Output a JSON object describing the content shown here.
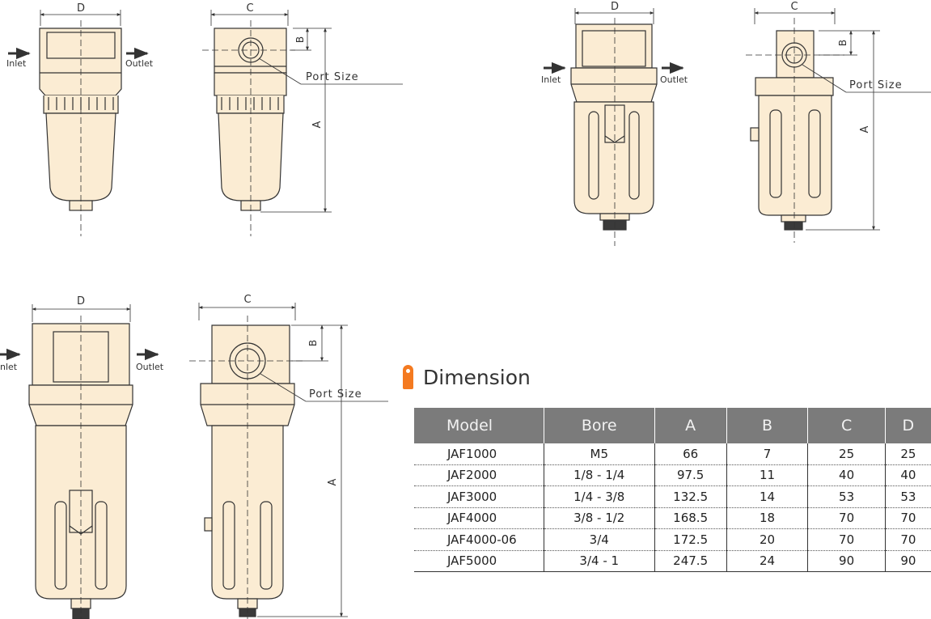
{
  "diagram": {
    "labels": {
      "dim_a": "A",
      "dim_b": "B",
      "dim_c": "C",
      "dim_d": "D",
      "inlet": "Inlet",
      "inlet_cropped": "nlet",
      "outlet": "Outlet",
      "port_size": "Port Size"
    },
    "colors": {
      "body_fill": "#fbecd3",
      "outline": "#333333",
      "dark_part": "#3a3a3a"
    }
  },
  "section": {
    "title": "Dimension",
    "accent_color": "#f47a20"
  },
  "table": {
    "headers": [
      "Model",
      "Bore",
      "A",
      "B",
      "C",
      "D"
    ],
    "rows": [
      [
        "JAF1000",
        "M5",
        "66",
        "7",
        "25",
        "25"
      ],
      [
        "JAF2000",
        "1/8 - 1/4",
        "97.5",
        "11",
        "40",
        "40"
      ],
      [
        "JAF3000",
        "1/4 - 3/8",
        "132.5",
        "14",
        "53",
        "53"
      ],
      [
        "JAF4000",
        "3/8 - 1/2",
        "168.5",
        "18",
        "70",
        "70"
      ],
      [
        "JAF4000-06",
        "3/4",
        "172.5",
        "20",
        "70",
        "70"
      ],
      [
        "JAF5000",
        "3/4 - 1",
        "247.5",
        "24",
        "90",
        "90"
      ]
    ],
    "header_bg": "#7b7b7b"
  }
}
